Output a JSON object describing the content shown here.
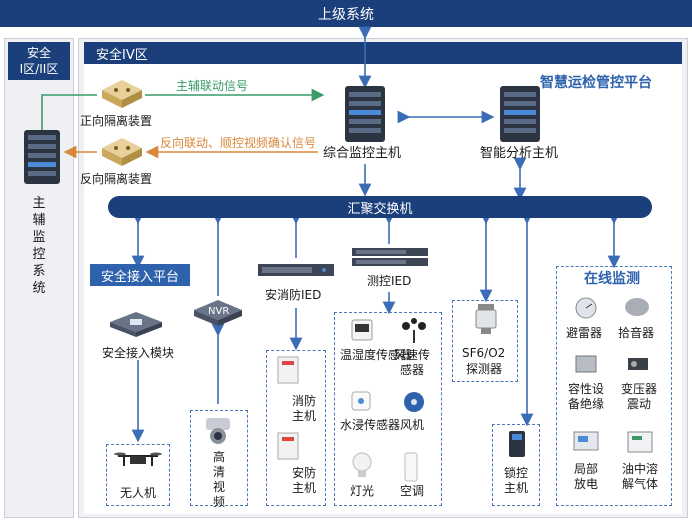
{
  "top_bar": {
    "label": "上级系统"
  },
  "zone_left": {
    "label_line1": "安全",
    "label_line2": "I区/II区",
    "main_system": "主辅监控系统"
  },
  "zone_right": {
    "label": "安全IV区",
    "platform_title": "智慧运检管控平台"
  },
  "isolation": {
    "forward_label": "正向隔离装置",
    "reverse_label": "反向隔离装置",
    "forward_signal": "主辅联动信号",
    "reverse_signal": "反向联动、顺控视频确认信号"
  },
  "hosts": {
    "monitor": "综合监控主机",
    "analysis": "智能分析主机"
  },
  "switch": {
    "label": "汇聚交换机"
  },
  "access": {
    "platform": "安全接入平台",
    "module": "安全接入模块",
    "drone": "无人机"
  },
  "nvr": {
    "label": "NVR",
    "camera": "高清视频"
  },
  "fire_ied": {
    "label": "安消防IED",
    "fire_host": "消防主机",
    "security_host": "安防主机"
  },
  "measure_ied": {
    "label": "测控IED",
    "devices": [
      "温湿度传感器",
      "风速传感器",
      "水浸传感器",
      "风机",
      "灯光",
      "空调"
    ]
  },
  "sf6": {
    "label_line1": "SF6/O2",
    "label_line2": "探测器"
  },
  "lock": {
    "label": "锁控主机"
  },
  "online": {
    "title": "在线监测",
    "devices": [
      "避雷器",
      "拾音器",
      "容性设备绝缘",
      "变压器震动",
      "局部放电",
      "油中溶解气体"
    ]
  },
  "colors": {
    "dark_blue": "#1b3f7a",
    "arrow_blue": "#3a6db5",
    "green": "#3a9a6a",
    "orange": "#d9873a",
    "platform_blue": "#2f62ad"
  }
}
